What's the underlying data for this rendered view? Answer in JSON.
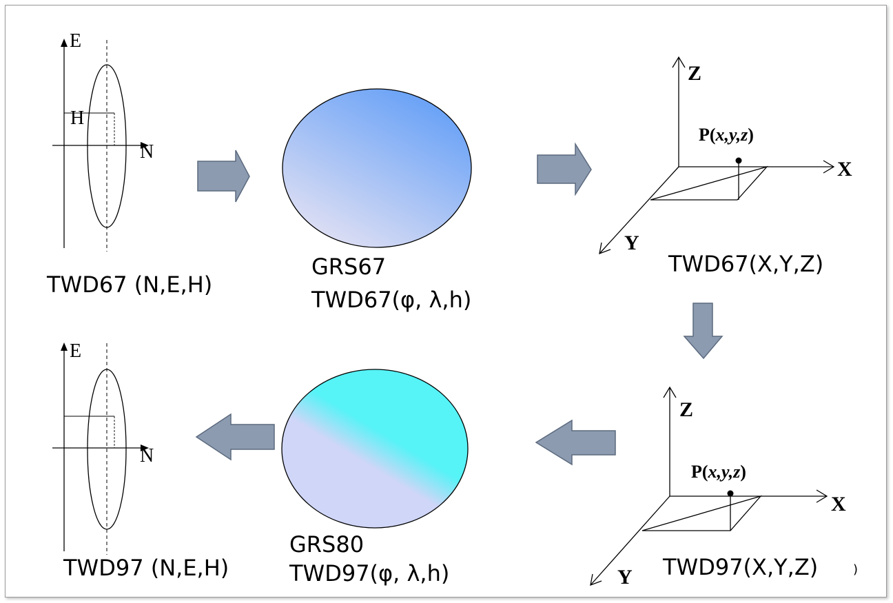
{
  "colors": {
    "arrow_fill": "#8c9bb0",
    "arrow_stroke": "#5c6a7e",
    "grs67_light": "#e4e2f3",
    "grs67_dark": "#5e9cf7",
    "grs80_light": "#cfd6f7",
    "grs80_dark": "#56f3f7"
  },
  "panels": {
    "twd67_neh": {
      "label": "TWD67 (N,E,H)",
      "axis_e": "E",
      "axis_n": "N",
      "axis_h": "H"
    },
    "twd67_geo": {
      "line1": "GRS67",
      "line2": "TWD67(φ, λ,h)"
    },
    "twd67_xyz": {
      "label": "TWD67(X,Y,Z)",
      "axis_x": "X",
      "axis_y": "Y",
      "axis_z": "Z",
      "point": "P(x,y,z)",
      "point_p": "P(",
      "point_coords": "x,y,z",
      "point_close": ")"
    },
    "twd97_xyz": {
      "label": "TWD97(X,Y,Z)",
      "axis_x": "X",
      "axis_y": "Y",
      "axis_z": "Z",
      "point": "P(x,y,z)",
      "point_p": "P(",
      "point_coords": "x,y,z",
      "point_close": ")",
      "trailing_mark": ")"
    },
    "twd97_geo": {
      "line1": "GRS80",
      "line2": "TWD97(φ, λ,h)"
    },
    "twd97_neh": {
      "label": "TWD97 (N,E,H)",
      "axis_e": "E",
      "axis_n": "N"
    }
  }
}
